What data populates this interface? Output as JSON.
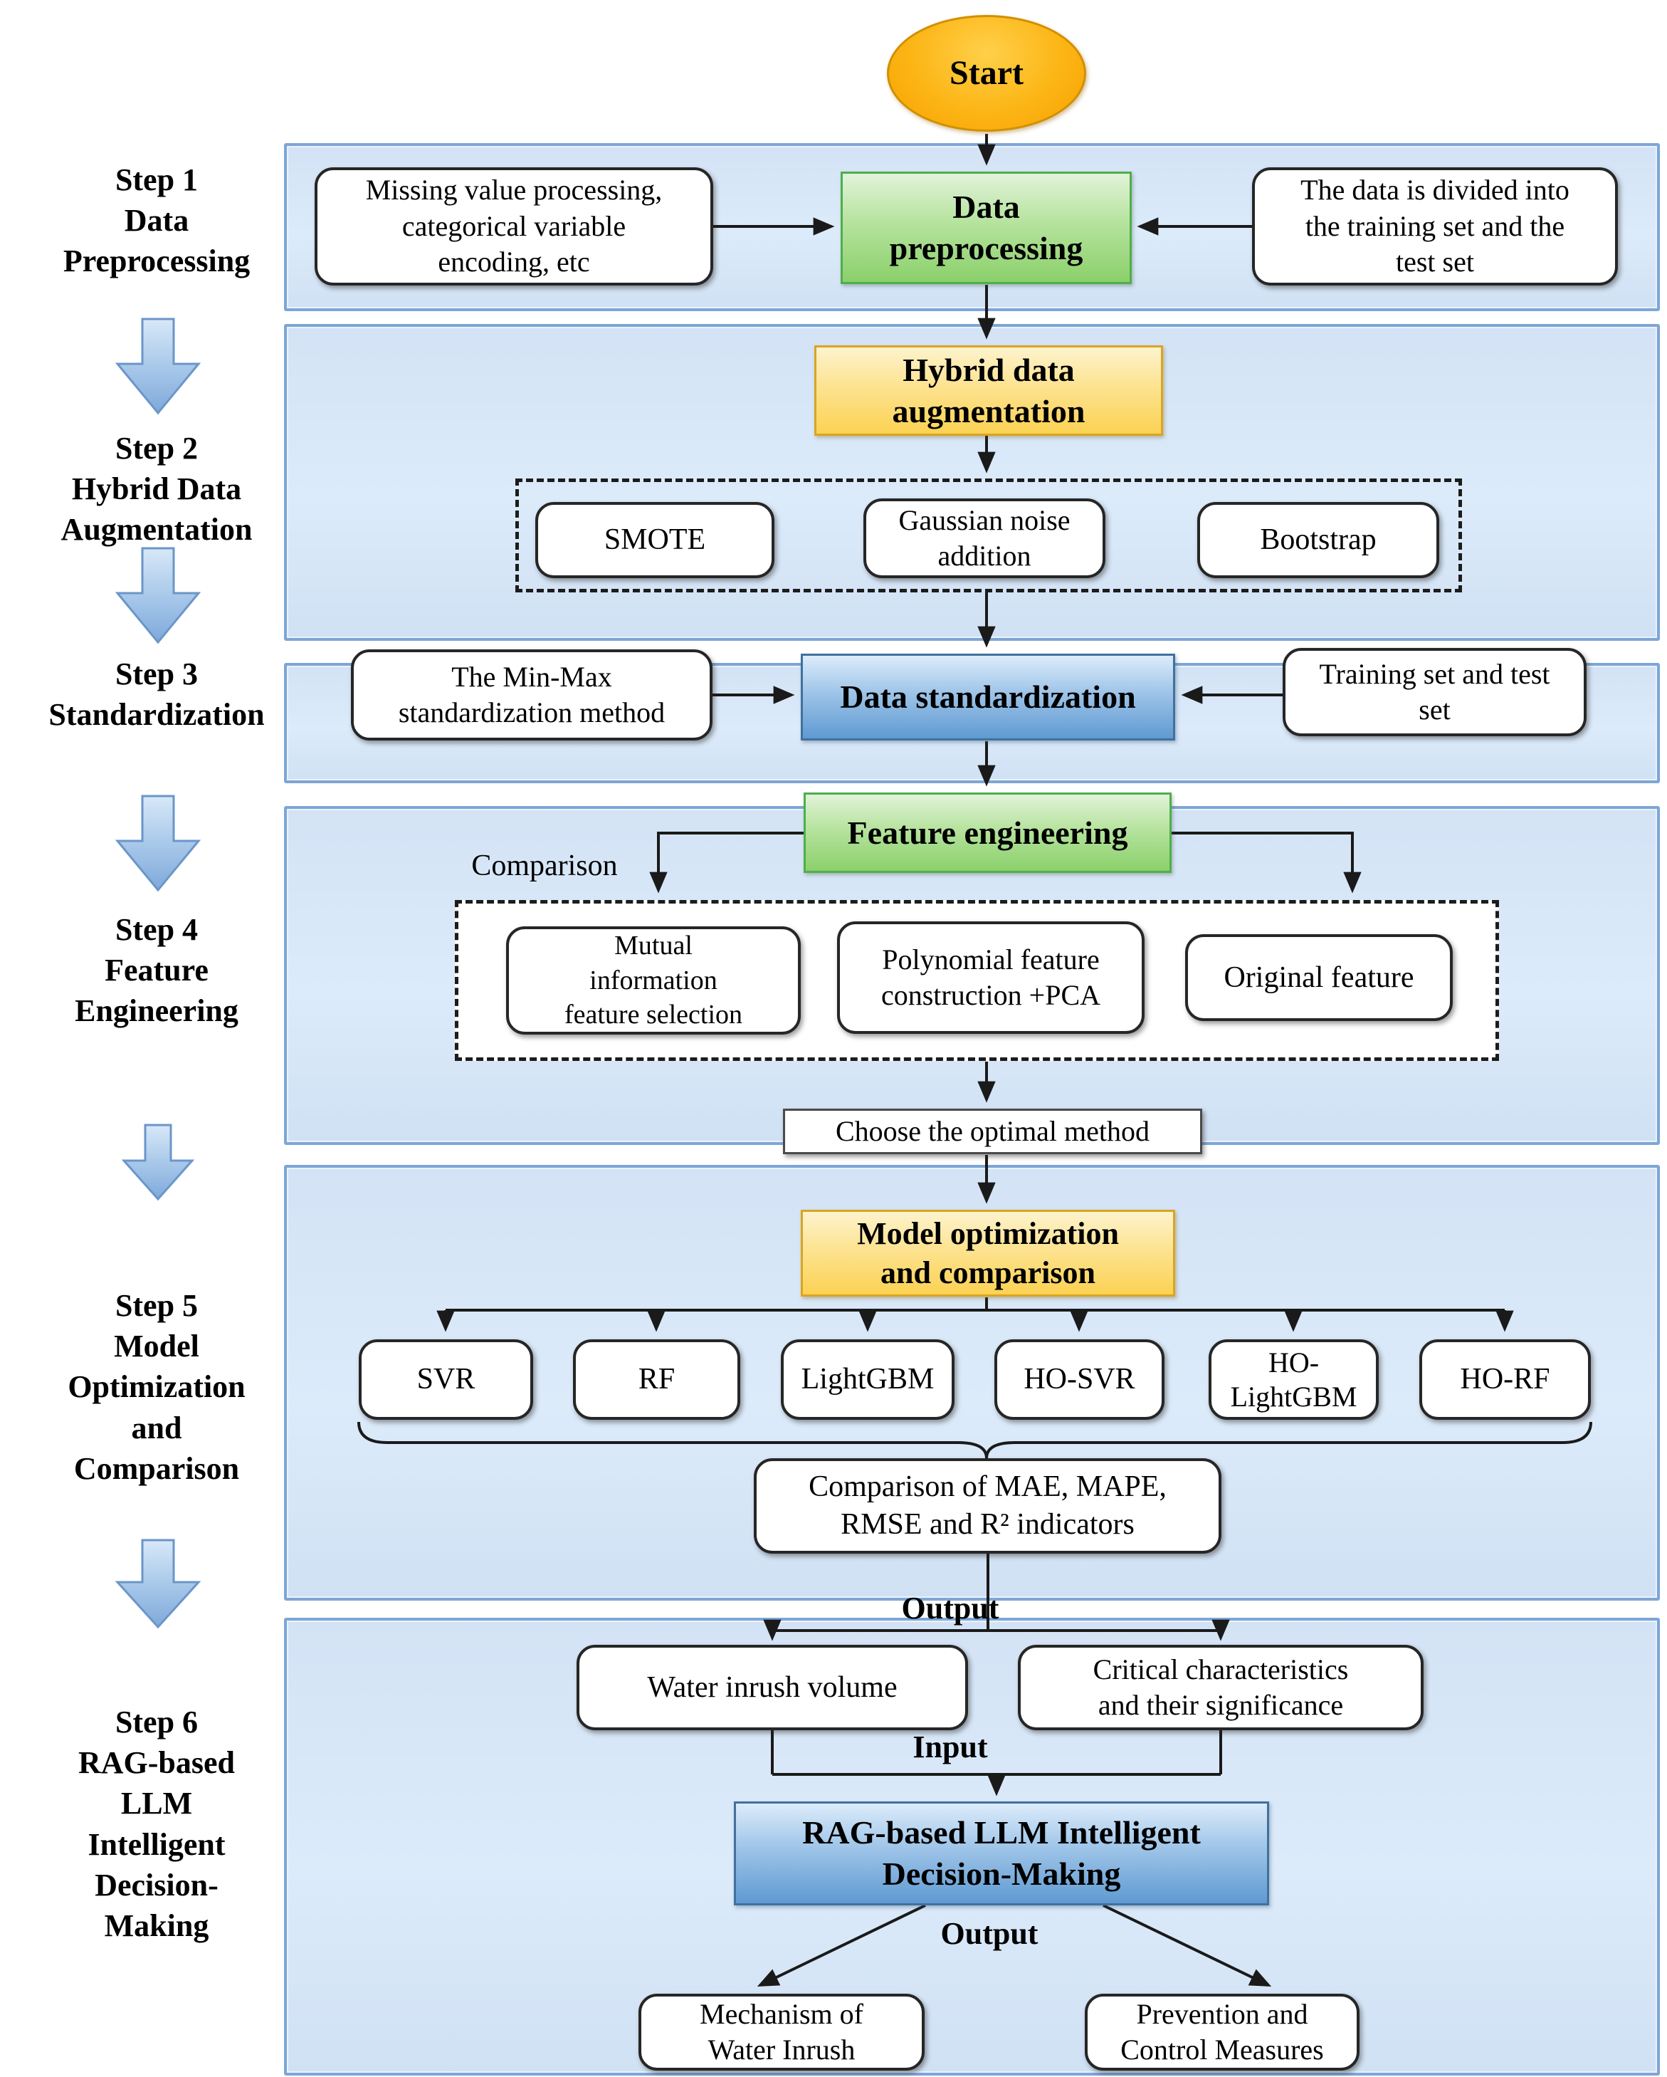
{
  "start_label": "Start",
  "sidebar": {
    "steps": [
      {
        "label": "Step 1\nData\nPreprocessing"
      },
      {
        "label": "Step 2\nHybrid Data\nAugmentation"
      },
      {
        "label": "Step 3\nStandardization"
      },
      {
        "label": "Step 4\nFeature\nEngineering"
      },
      {
        "label": "Step 5\nModel\nOptimization\nand\nComparison"
      },
      {
        "label": "Step 6\nRAG-based\nLLM\nIntelligent\nDecision-\nMaking"
      }
    ]
  },
  "step1": {
    "left_box": "Missing value processing,\ncategorical variable\nencoding, etc",
    "center_box": "Data\npreprocessing",
    "right_box": "The data is divided into\nthe training set and the\ntest set"
  },
  "step2": {
    "title": "Hybrid data\naugmentation",
    "methods": [
      "SMOTE",
      "Gaussian noise\naddition",
      "Bootstrap"
    ]
  },
  "step3": {
    "left_box": "The Min-Max\nstandardization method",
    "center_box": "Data standardization",
    "right_box": "Training set and test\nset"
  },
  "step4": {
    "title": "Feature engineering",
    "comparison_label": "Comparison",
    "methods": [
      "Mutual\ninformation\nfeature selection",
      "Polynomial feature\nconstruction +PCA",
      "Original feature"
    ],
    "choose_box": "Choose the optimal method"
  },
  "step5": {
    "title": "Model optimization\nand comparison",
    "models": [
      "SVR",
      "RF",
      "LightGBM",
      "HO-SVR",
      "HO-\nLightGBM",
      "HO-RF"
    ],
    "metrics_box": "Comparison of MAE, MAPE,\nRMSE and R² indicators"
  },
  "step6": {
    "output_label_top": "Output",
    "outputs": [
      "Water inrush volume",
      "Critical characteristics\nand their significance"
    ],
    "input_label": "Input",
    "rag_box": "RAG-based LLM Intelligent\nDecision-Making",
    "output_label_bottom": "Output",
    "finals": [
      "Mechanism of\nWater Inrush",
      "Prevention and\nControl Measures"
    ]
  },
  "colors": {
    "panel_fill": "#d9e7f7",
    "panel_border": "#7da6d6",
    "start_fill": "#fcb515",
    "start_border": "#d28f00",
    "green_fill": "#8bd06b",
    "green_border": "#4fae4c",
    "yellow_fill": "#fbd253",
    "yellow_border": "#d9a521",
    "blue_fill": "#5f9ad2",
    "blue_border": "#41719c",
    "step_arrow_fill": "#a9c9ea",
    "connector_line": "#1a1a1a"
  }
}
